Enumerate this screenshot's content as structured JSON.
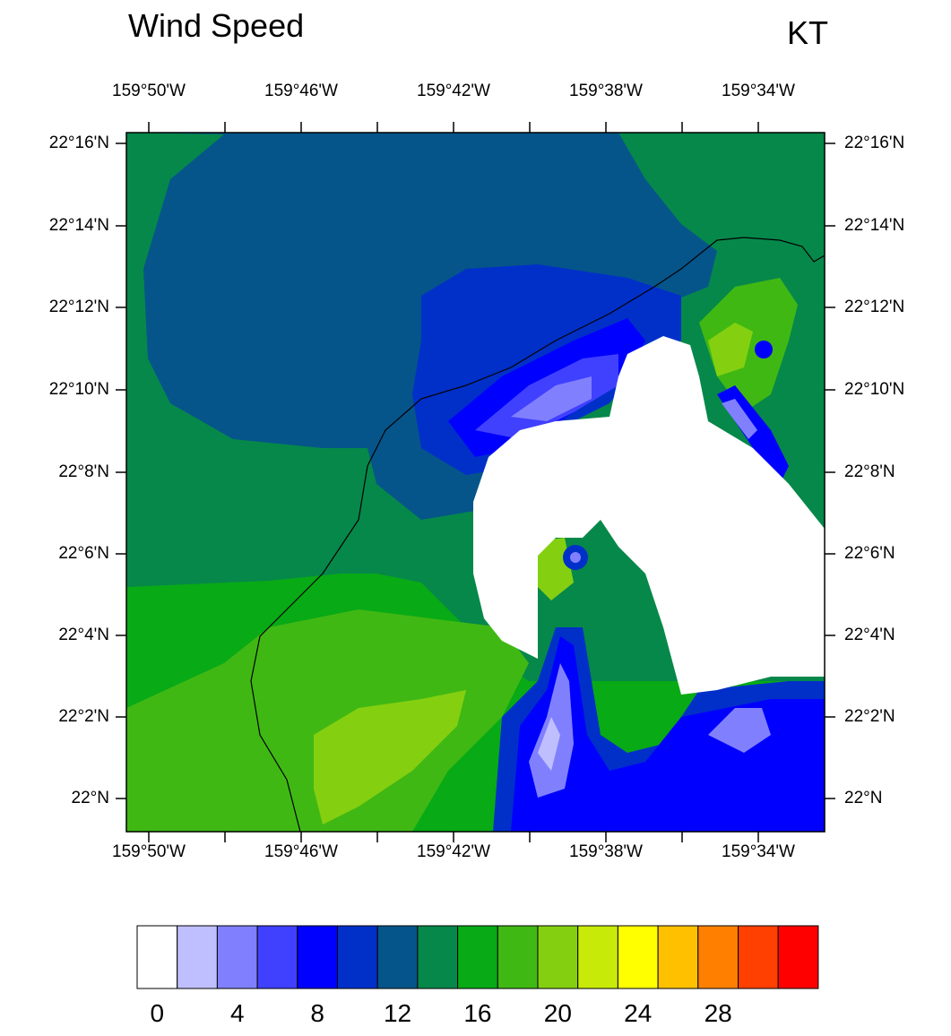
{
  "header": {
    "title": "Wind Speed",
    "units": "KT"
  },
  "map": {
    "lon_ticks": [
      "159°50'W",
      "159°46'W",
      "159°42'W",
      "159°38'W",
      "159°34'W"
    ],
    "lat_ticks": [
      "22°16'N",
      "22°14'N",
      "22°12'N",
      "22°10'N",
      "22°8'N",
      "22°6'N",
      "22°4'N",
      "22°2'N",
      "22°N"
    ]
  },
  "colorbar": {
    "colors": [
      "#ffffff",
      "#bfbfff",
      "#8080ff",
      "#4040ff",
      "#0000ff",
      "#0030c8",
      "#05558a",
      "#06884a",
      "#08aa16",
      "#40b814",
      "#84d010",
      "#c8ea08",
      "#ffff00",
      "#ffc000",
      "#ff8000",
      "#ff4000",
      "#ff0000"
    ],
    "labels": [
      "0",
      "4",
      "8",
      "12",
      "16",
      "20",
      "24",
      "28"
    ]
  },
  "palette": {
    "white": "#ffffff",
    "lav": "#bfbfff",
    "periwinkle": "#8080ff",
    "medblue": "#4040ff",
    "blue": "#0000ff",
    "royal": "#0030c8",
    "teal": "#05558a",
    "green1": "#06884a",
    "green2": "#08aa16",
    "green3": "#40b814",
    "lime": "#84d010"
  }
}
